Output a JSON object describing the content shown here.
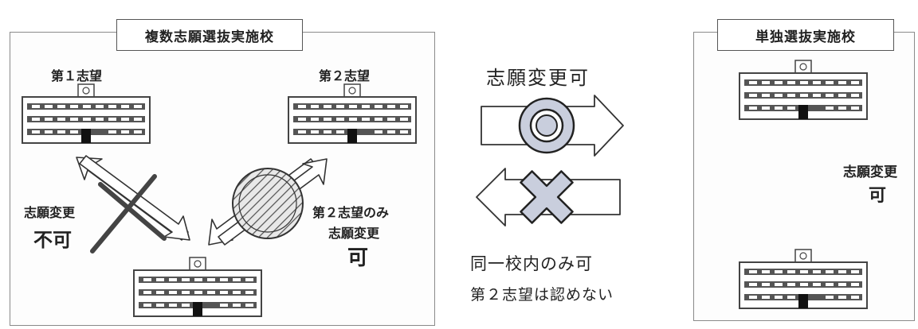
{
  "left_panel": {
    "title": "複数志願選抜実施校",
    "first_choice": "第１志望",
    "second_choice": "第２志望",
    "left_arrow_label_1": "志願変更",
    "left_arrow_label_2": "不可",
    "right_arrow_label_1": "第２志望のみ",
    "right_arrow_label_2": "志願変更",
    "right_arrow_label_3": "可"
  },
  "legend": {
    "change_ok": "志願変更可",
    "same_school_only": "同一校内のみ可",
    "no_second_choice": "第２志望は認めない"
  },
  "right_panel": {
    "title": "単独選抜実施校",
    "change_label_1": "志願変更",
    "change_label_2": "可"
  },
  "colors": {
    "circle_fill": "#c9cedd",
    "building_stroke": "#444444",
    "panel_border": "#8a8a8a"
  }
}
